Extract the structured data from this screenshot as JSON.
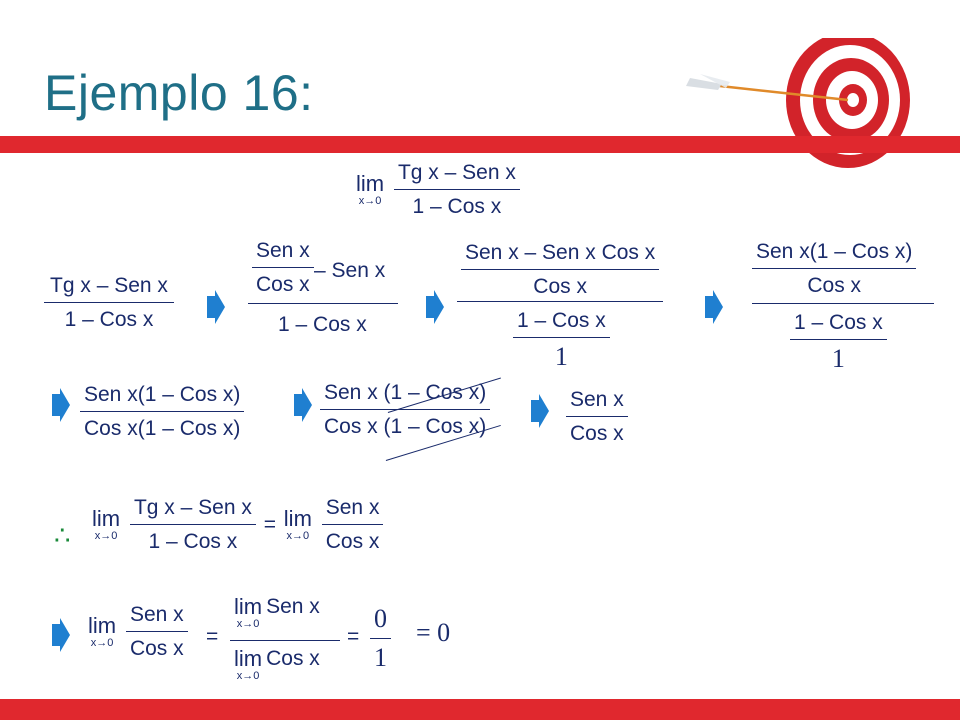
{
  "title": "Ejemplo 16:",
  "colors": {
    "accent_red": "#e0282e",
    "title_teal": "#1f6f87",
    "math_navy": "#1a2b6b",
    "arrow_blue": "#1f7fd0"
  },
  "icons": {
    "target": "target-icon",
    "arrow": "right-arrow-icon"
  },
  "math": {
    "lim": "lim",
    "lim_sub": "x→0",
    "tg_minus_sen": "Tg x – Sen x",
    "one_minus_cos": "1 – Cos x",
    "sen_x": "Sen x",
    "cos_x": "Cos x",
    "minus_sen_x": "– Sen x",
    "sen_minus_sencos": "Sen x – Sen x Cos x",
    "sen_times_paren": "Sen x(1 – Cos x)",
    "sen_paren_spaced": "Sen x (1 – Cos x)",
    "cos_times_paren": "Cos x(1 – Cos x)",
    "cos_paren_spaced": "Cos x (1 – Cos x)",
    "one": "1",
    "zero": "0",
    "eq": "=",
    "eq_zero": "= 0",
    "therefore": "∴",
    "lim_sen_x": "Sen x",
    "lim_cos_x": "Cos x"
  }
}
